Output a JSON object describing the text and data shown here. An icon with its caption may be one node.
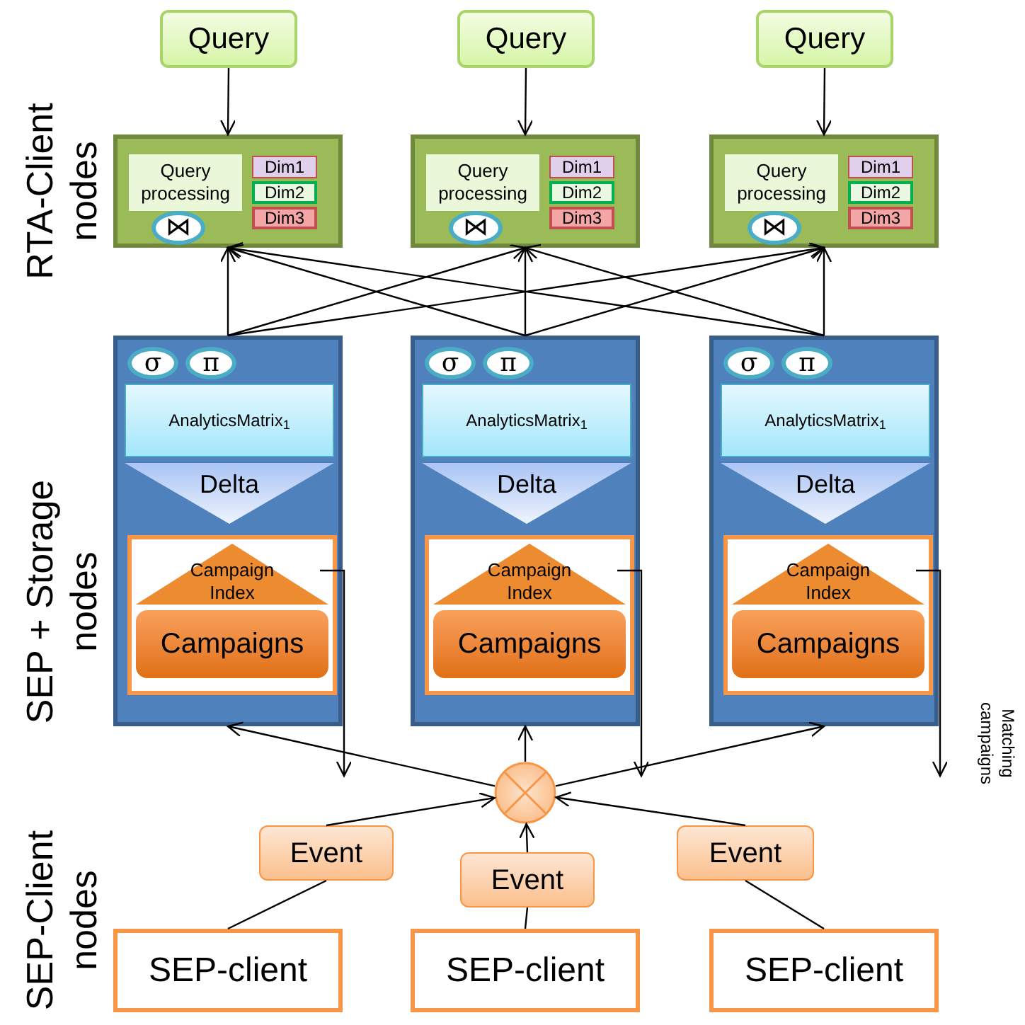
{
  "diagram": {
    "nodes": [
      {
        "text": [
          "Query"
        ]
      },
      {
        "text": [
          "Query"
        ]
      },
      {
        "text": [
          "Query"
        ]
      },
      {
        "text": [],
        "shape": "box"
      },
      {
        "text": [
          "Query processing"
        ],
        "in": 3
      },
      {
        "text": [
          "Dim1"
        ],
        "in": 3
      },
      {
        "text": [
          "Dim2"
        ],
        "in": 3
      },
      {
        "text": [
          "Dim3"
        ],
        "in": 3
      },
      {
        "text": [
          "⋈"
        ],
        "in": 3
      },
      {
        "text": [],
        "shape": "box"
      },
      {
        "text": [
          "Query processing"
        ],
        "in": 9
      },
      {
        "text": [
          "Dim1"
        ],
        "in": 9
      },
      {
        "text": [
          "Dim2"
        ],
        "in": 9
      },
      {
        "text": [
          "Dim3"
        ],
        "in": 9
      },
      {
        "text": [
          "⋈"
        ],
        "in": 9
      },
      {
        "text": [],
        "shape": "box"
      },
      {
        "text": [
          "Query processing"
        ],
        "in": 15
      },
      {
        "text": [
          "Dim1"
        ],
        "in": 15
      },
      {
        "text": [
          "Dim2"
        ],
        "in": 15
      },
      {
        "text": [
          "Dim3"
        ],
        "in": 15
      },
      {
        "text": [
          "⋈"
        ],
        "in": 15
      },
      {
        "text": [],
        "shape": "box"
      },
      {
        "text": [
          "σ"
        ],
        "in": 21
      },
      {
        "text": [
          "π"
        ],
        "in": 21
      },
      {
        "text": [
          "AnalyticsMatrix$_{1}$"
        ],
        "in": 21
      },
      {
        "text": [
          "Delta"
        ],
        "in": 21
      },
      {
        "text": [],
        "shape": "box",
        "in": 21
      },
      {
        "text": [
          "Campaign Index"
        ],
        "in": 26
      },
      {
        "text": [
          "Campaigns"
        ],
        "in": 26
      },
      {
        "text": [],
        "shape": "box"
      },
      {
        "text": [
          "σ"
        ],
        "in": 29
      },
      {
        "text": [
          "π"
        ],
        "in": 29
      },
      {
        "text": [
          "AnalyticsMatrix$_{1}$"
        ],
        "in": 29
      },
      {
        "text": [
          "Delta"
        ],
        "in": 29
      },
      {
        "text": [],
        "shape": "box",
        "in": 29
      },
      {
        "text": [
          "Campaign Index"
        ],
        "in": 34
      },
      {
        "text": [
          "Campaigns"
        ],
        "in": 34
      },
      {
        "text": [],
        "shape": "box"
      },
      {
        "text": [
          "σ"
        ],
        "in": 37
      },
      {
        "text": [
          "π"
        ],
        "in": 37
      },
      {
        "text": [
          "AnalyticsMatrix$_{1}$"
        ],
        "in": 37
      },
      {
        "text": [
          "Delta"
        ],
        "in": 37
      },
      {
        "text": [],
        "shape": "box",
        "in": 37
      },
      {
        "text": [
          "Campaign Index"
        ],
        "in": 42
      },
      {
        "text": [
          "Campaigns"
        ],
        "in": 42
      },
      {
        "text": [],
        "shape": "circle"
      },
      {
        "text": [
          "Event"
        ]
      },
      {
        "text": [
          "Event"
        ]
      },
      {
        "text": [
          "Event"
        ]
      },
      {
        "text": [
          "SEP-client"
        ]
      },
      {
        "text": [
          "SEP-client"
        ]
      },
      {
        "text": [
          "SEP-client"
        ]
      }
    ],
    "edges": [
      {
        "from": 0,
        "to": 3,
        "arrow": "to"
      },
      {
        "from": 1,
        "to": 9,
        "arrow": "to"
      },
      {
        "from": 2,
        "to": 15,
        "arrow": "to"
      },
      {
        "from": 21,
        "to": 3,
        "arrow": "to"
      },
      {
        "from": 21,
        "to": 9,
        "arrow": "to"
      },
      {
        "from": 21,
        "to": 15,
        "arrow": "to"
      },
      {
        "from": 29,
        "to": 3,
        "arrow": "to"
      },
      {
        "from": 29,
        "to": 9,
        "arrow": "to"
      },
      {
        "from": 29,
        "to": 15,
        "arrow": "to"
      },
      {
        "from": 37,
        "to": 3,
        "arrow": "to"
      },
      {
        "from": 37,
        "to": 9,
        "arrow": "to"
      },
      {
        "from": 37,
        "to": 15,
        "arrow": "to"
      },
      {
        "from": 45,
        "to": 21,
        "arrow": "to"
      },
      {
        "from": 45,
        "to": 29,
        "arrow": "to"
      },
      {
        "from": 45,
        "to": 37,
        "arrow": "to"
      },
      {
        "from": 49,
        "to": 46,
        "arrow": "none"
      },
      {
        "from": 50,
        "to": 47,
        "arrow": "none"
      },
      {
        "from": 51,
        "to": 48,
        "arrow": "none"
      },
      {
        "from": 46,
        "to": 45,
        "arrow": "to"
      },
      {
        "from": 47,
        "to": 45,
        "arrow": "to"
      },
      {
        "from": 48,
        "to": 45,
        "arrow": "to"
      },
      {
        "from": 27,
        "to": null,
        "arrow": "to"
      },
      {
        "from": 35,
        "to": null,
        "arrow": "to"
      },
      {
        "from": 43,
        "to": null,
        "arrow": "to"
      }
    ],
    "labels": [
      "RTA-Client nodes",
      "SEP + Storage nodes",
      "SEP-Client nodes",
      "Matching campaigns"
    ]
  }
}
